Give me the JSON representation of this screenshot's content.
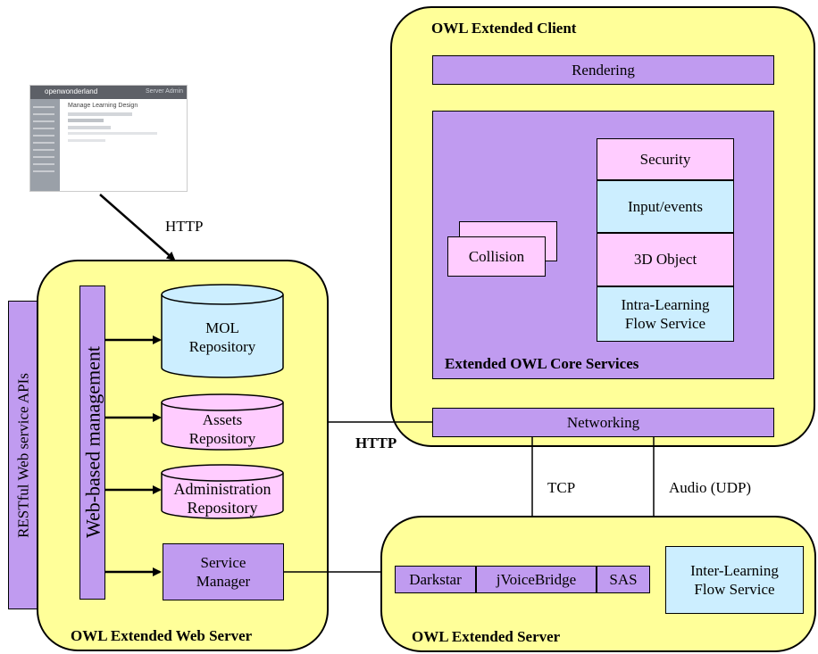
{
  "colors": {
    "container": "#ffff99",
    "purple": "#c09bf0",
    "pink": "#ffccff",
    "blue": "#cceeff"
  },
  "thumbnail": {
    "logo": "openwonderland",
    "admin_label": "Server Admin",
    "page_title": "Manage Learning Design"
  },
  "arrow_top_label": "HTTP",
  "client": {
    "title": "OWL Extended Client",
    "rendering": "Rendering",
    "core_title": "Extended OWL Core Services",
    "security": "Security",
    "input_events": "Input/events",
    "object3d": "3D Object",
    "intra_line1": "Intra-Learning",
    "intra_line2": "Flow Service",
    "collision": "Collision",
    "networking": "Networking"
  },
  "web_server": {
    "title": "OWL Extended Web Server",
    "web_mgmt": "Web-based management",
    "mol_line1": "MOL",
    "mol_line2": "Repository",
    "assets_line1": "Assets",
    "assets_line2": "Repository",
    "admin_line1": "Administration",
    "admin_line2": "Repository",
    "service_line1": "Service",
    "service_line2": "Manager"
  },
  "restful_label": "RESTful Web service APIs",
  "http_link_label": "HTTP",
  "tcp_label": "TCP",
  "audio_label": "Audio (UDP)",
  "server": {
    "title": "OWL Extended Server",
    "darkstar": "Darkstar",
    "jvoicebridge": "jVoiceBridge",
    "sas": "SAS",
    "inter_line1": "Inter-Learning",
    "inter_line2": "Flow Service"
  }
}
